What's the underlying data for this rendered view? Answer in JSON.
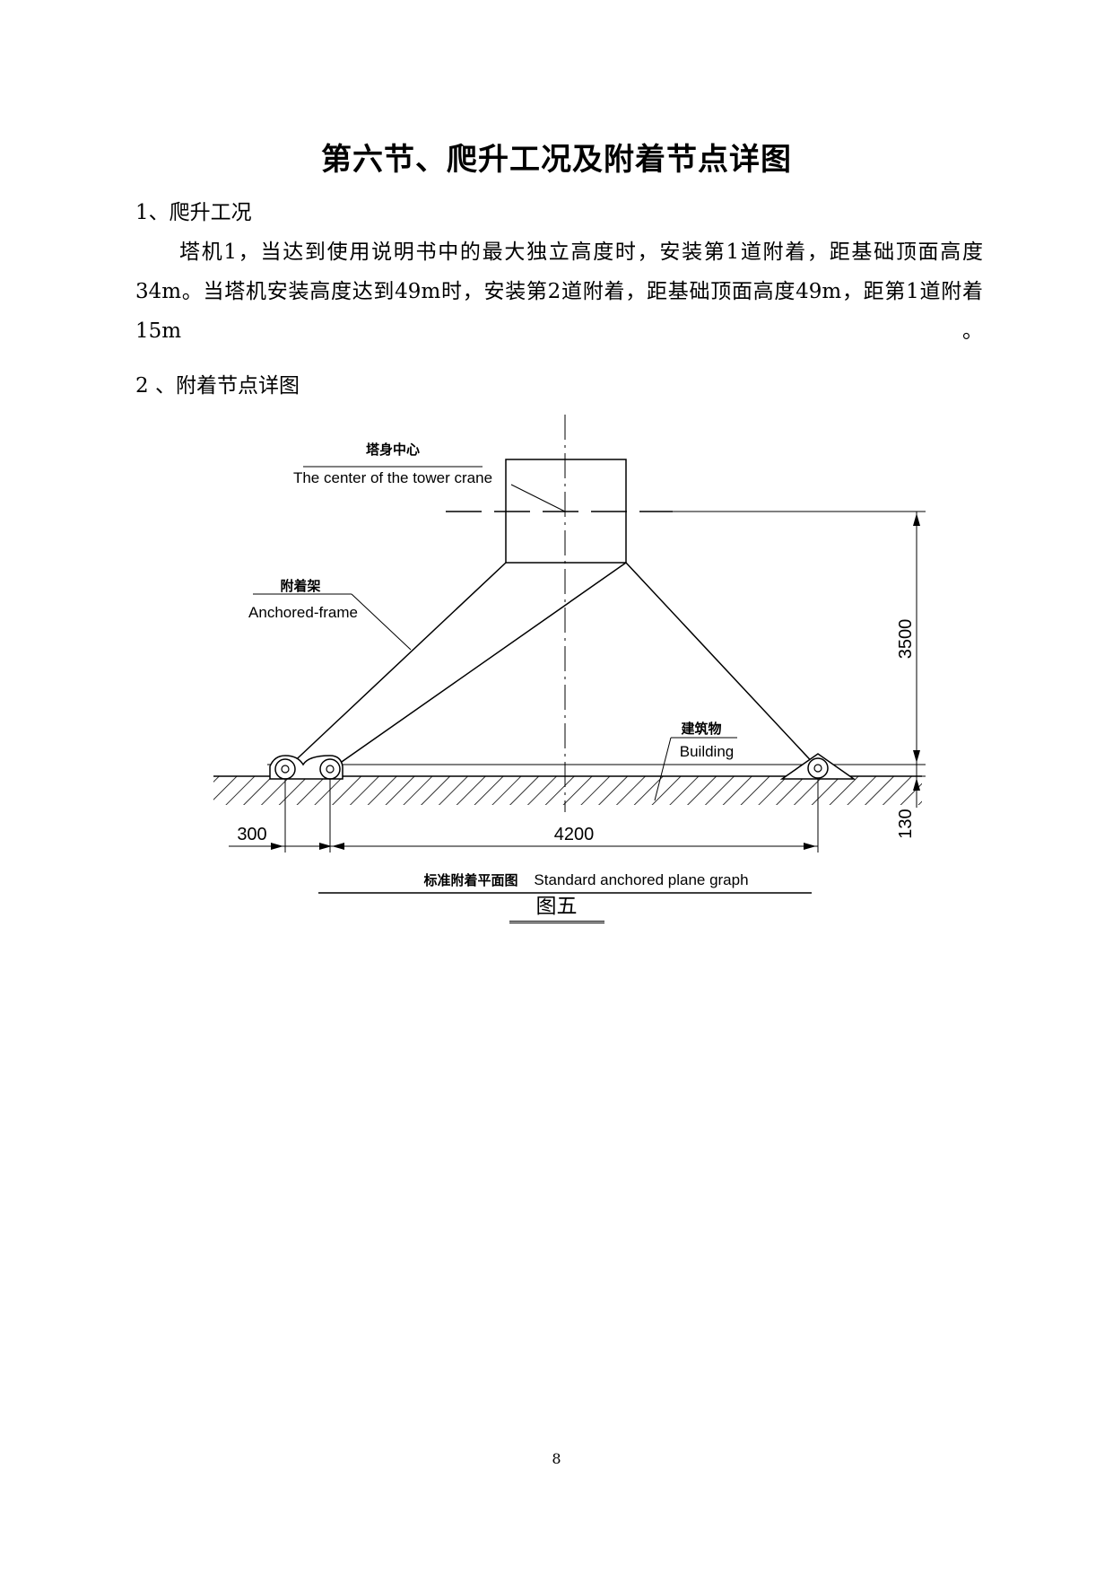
{
  "title": "第六节、爬升工况及附着节点详图",
  "section1_heading": "1、爬升工况",
  "section1_body_line1": "塔机1，当达到使用说明书中的最大独立高度时，安装第1道附着，距基础顶面高度34m。当塔机安装高度达到49m时，安装第2道附着，距基础顶面高度49m，距第1道附着",
  "section1_body_line2": "15m。",
  "section2_heading": "2 、附着节点详图",
  "diagram": {
    "label_center_cn": "塔身中心",
    "label_center_en": "The center of the tower crane",
    "label_frame_cn": "附着架",
    "label_frame_en": "Anchored-frame",
    "label_building_cn": "建筑物",
    "label_building_en": "Building",
    "dim_vertical_main": "3500",
    "dim_vertical_small": "130",
    "dim_horizontal_left": "300",
    "dim_horizontal_main": "4200",
    "plan_title_cn": "标准附着平面图",
    "plan_title_en": "Standard anchored plane graph"
  },
  "figure_caption": "图五",
  "page_number": "8"
}
